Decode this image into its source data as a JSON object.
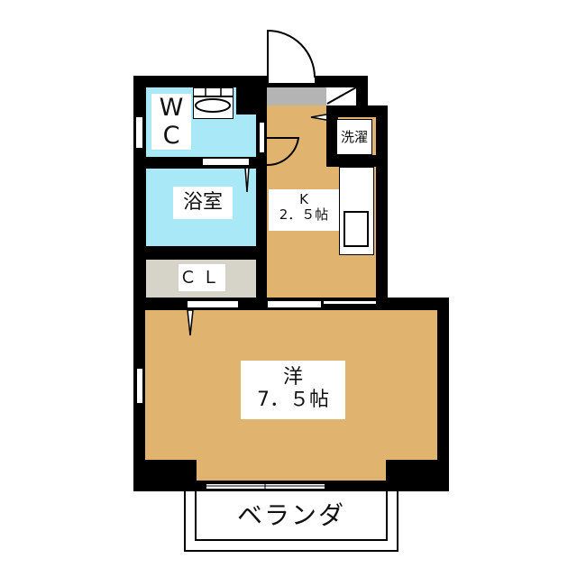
{
  "colors": {
    "wall": "#000000",
    "wet_area": "#a8e8f7",
    "floor": "#e0b46e",
    "closet": "#d6d3c8",
    "entrance": "#b4b4b4",
    "background": "#ffffff"
  },
  "rooms": {
    "wc": {
      "label": "W\nC",
      "line1": "W",
      "line2": "C"
    },
    "laundry": {
      "label": "洗濯"
    },
    "bath": {
      "label": "浴室"
    },
    "kitchen": {
      "line1": "K",
      "line2": "2．５帖"
    },
    "closet": {
      "label": "ＣＬ"
    },
    "western_room": {
      "line1": "洋",
      "line2": "7．５帖"
    },
    "balcony": {
      "label": "ベランダ"
    }
  }
}
